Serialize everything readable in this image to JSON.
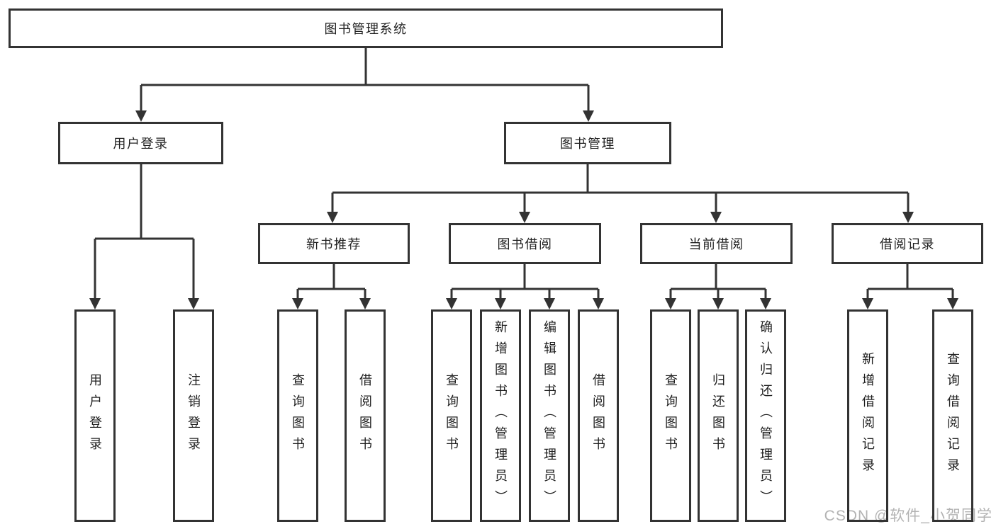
{
  "colors": {
    "line": "#333333",
    "text": "#1f1f1f",
    "watermark": "#b3b3b3",
    "bg": "#ffffff"
  },
  "watermark": {
    "text": "CSDN @软件_小贺同学"
  },
  "tree": {
    "label": "图书管理系统",
    "children": [
      {
        "label": "用户登录",
        "children": [
          {
            "label": "用户登录"
          },
          {
            "label": "注销登录"
          }
        ]
      },
      {
        "label": "图书管理",
        "children": [
          {
            "label": "新书推荐",
            "children": [
              {
                "label": "查询图书"
              },
              {
                "label": "借阅图书"
              }
            ]
          },
          {
            "label": "图书借阅",
            "children": [
              {
                "label": "查询图书"
              },
              {
                "label": "新增图书（管理员）"
              },
              {
                "label": "编辑图书（管理员）"
              },
              {
                "label": "借阅图书"
              }
            ]
          },
          {
            "label": "当前借阅",
            "children": [
              {
                "label": "查询图书"
              },
              {
                "label": "归还图书"
              },
              {
                "label": "确认归还（管理员）"
              }
            ]
          },
          {
            "label": "借阅记录",
            "children": [
              {
                "label": "新增借阅记录"
              },
              {
                "label": "查询借阅记录"
              }
            ]
          }
        ]
      }
    ]
  }
}
